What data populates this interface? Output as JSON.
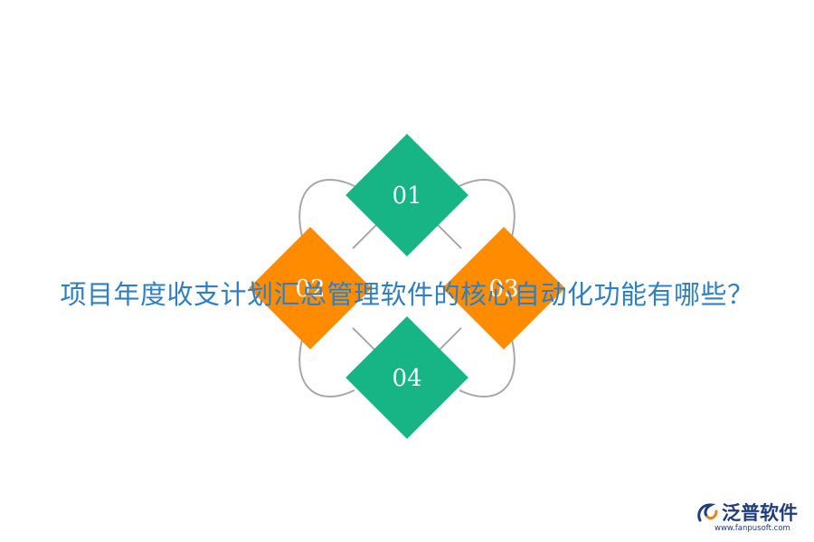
{
  "title": "项目年度收支计划汇总管理软件的核心自动化功能有哪些？",
  "nodes": [
    {
      "label": "01",
      "color": "#17b585"
    },
    {
      "label": "02",
      "color": "#ff8c00"
    },
    {
      "label": "03",
      "color": "#ff8c00"
    },
    {
      "label": "04",
      "color": "#17b585"
    }
  ],
  "logo": {
    "name": "泛普软件",
    "url": "www.fanpusoft.com",
    "color": "#1f3d7a",
    "accent": "#e8841b"
  }
}
